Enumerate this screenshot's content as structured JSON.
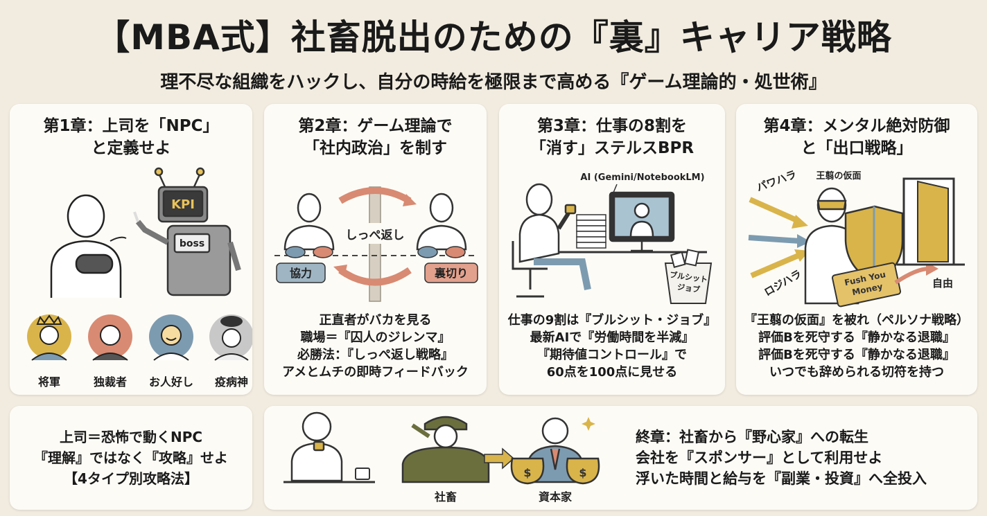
{
  "header": {
    "title": "【MBA式】社畜脱出のための『裏』キャリア戦略",
    "subtitle": "理不尽な組織をハックし、自分の時給を極限まで高める『ゲーム理論的・処世術』"
  },
  "chapter1": {
    "title_line1": "第1章：上司を「NPC」",
    "title_line2": "と定義せよ",
    "robot_screen": "KPI",
    "robot_badge": "boss",
    "types": [
      "将軍",
      "独裁者",
      "お人好し",
      "疫病神"
    ]
  },
  "chapter2": {
    "title_line1": "第2章：ゲーム理論で",
    "title_line2": "「社内政治」を制す",
    "center_label": "しっぺ返し",
    "cooperate_label": "協力",
    "betray_label": "裏切り",
    "body": [
      "正直者がバカを見る",
      "職場＝『囚人のジレンマ』",
      "必勝法：『しっぺ返し戦略』",
      "アメとムチの即時フィードバック"
    ]
  },
  "chapter3": {
    "title_line1": "第3章：仕事の8割を",
    "title_line2": "「消す」ステルスBPR",
    "ai_label": "AI (Gemini/NotebookLM)",
    "trash_label_1": "ブルシット",
    "trash_label_2": "ジョブ",
    "body": [
      "仕事の9割は『ブルシット・ジョブ』",
      "最新AIで『労働時間を半減』",
      "『期待値コントロール』で",
      "60点を100点に見せる"
    ]
  },
  "chapter4": {
    "title_line1": "第4章：メンタル絶対防御",
    "title_line2": "と「出口戦略」",
    "attack_1": "パワハラ",
    "attack_2": "ロジハラ",
    "mask_label": "王翦の仮面",
    "ticket_line1": "Fush You",
    "ticket_line2": "Money",
    "freedom_label": "自由",
    "body": [
      "『王翦の仮面』を被れ（ペルソナ戦略）",
      "評価Bを死守する『静かなる退職』",
      "評価Bを死守する『静かなる退職』",
      "いつでも辞められる切符を持つ"
    ]
  },
  "summary": {
    "lines": [
      "上司＝恐怖で動くNPC",
      "『理解』ではなく『攻略』せよ",
      "【4タイプ別攻略法】"
    ]
  },
  "final": {
    "shachiku_label": "社畜",
    "capitalist_label": "資本家",
    "lines": [
      "終章：社畜から『野心家』への転生",
      "会社を『スポンサー』として利用せよ",
      "浮いた時間と給与を『副業・投資』へ全投入"
    ]
  },
  "colors": {
    "background": "#f2ece0",
    "card": "#fdfbf6",
    "gold": "#d9b44a",
    "terracotta": "#d88a72",
    "steel_blue": "#7d9bb0",
    "olive": "#6b6f3e"
  }
}
